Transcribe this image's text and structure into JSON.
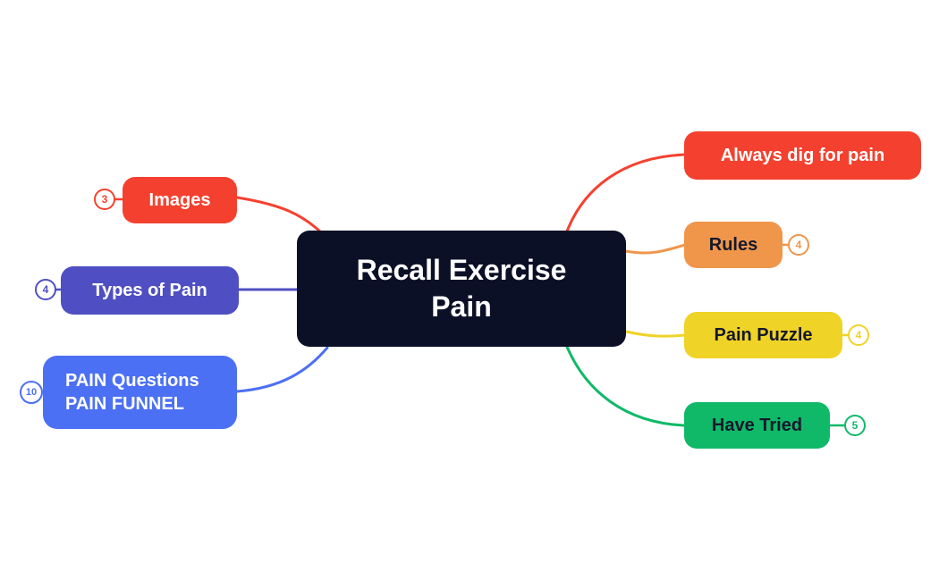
{
  "center": {
    "label_line1": "Recall Exercise",
    "label_line2": "Pain",
    "bg": "#0C1026",
    "text_color": "#FFFFFF"
  },
  "nodes": {
    "images": {
      "label": "Images",
      "badge": "3",
      "color": "#F4412F",
      "text_color": "#FFFFFF"
    },
    "types_of_pain": {
      "label": "Types of Pain",
      "badge": "4",
      "color": "#4F4FC3",
      "text_color": "#FFFFFF"
    },
    "pain_questions": {
      "label_line1": "PAIN Questions",
      "label_line2": "PAIN FUNNEL",
      "badge": "10",
      "color": "#4C70F4",
      "text_color": "#FFFFFF"
    },
    "always_dig": {
      "label": "Always dig for pain",
      "color": "#F4412F",
      "text_color": "#FFFFFF"
    },
    "rules": {
      "label": "Rules",
      "badge": "4",
      "color": "#F0964B",
      "text_color": "#16182C"
    },
    "pain_puzzle": {
      "label": "Pain Puzzle",
      "badge": "4",
      "color": "#EFD326",
      "text_color": "#16182C"
    },
    "have_tried": {
      "label": "Have Tried",
      "badge": "5",
      "color": "#0FB968",
      "text_color": "#16182C"
    }
  }
}
